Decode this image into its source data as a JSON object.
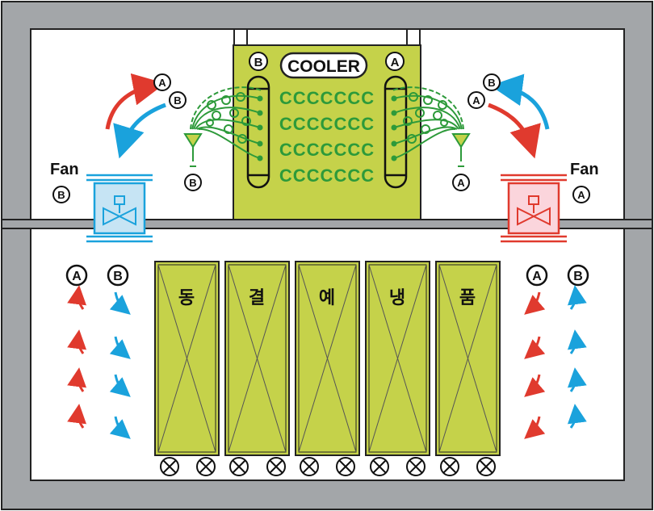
{
  "cooler": {
    "title": "COOLER",
    "left_marker": "B",
    "right_marker": "A",
    "coil_symbol": "CCCCCCC"
  },
  "fans": {
    "left": {
      "label": "Fan",
      "marker": "B"
    },
    "right": {
      "label": "Fan",
      "marker": "A"
    }
  },
  "upper_arrows": {
    "left": {
      "top_marker": "A",
      "bottom_marker": "B"
    },
    "right": {
      "top_marker": "B",
      "bottom_marker": "A"
    }
  },
  "drain_markers": {
    "left": "B",
    "right": "A"
  },
  "lower_markers": {
    "left": [
      "A",
      "B"
    ],
    "right": [
      "A",
      "B"
    ]
  },
  "pallets": [
    "동",
    "결",
    "예",
    "냉",
    "품"
  ],
  "colors": {
    "frame_gray": "#a3a6a9",
    "cooler_green": "#c5d24a",
    "coil_green": "#2d9a3a",
    "flow_red": "#e03a2e",
    "flow_blue": "#1aa2dc",
    "fan_blue_fill": "#c6e4f4",
    "fan_red_fill": "#fbd5dc"
  }
}
